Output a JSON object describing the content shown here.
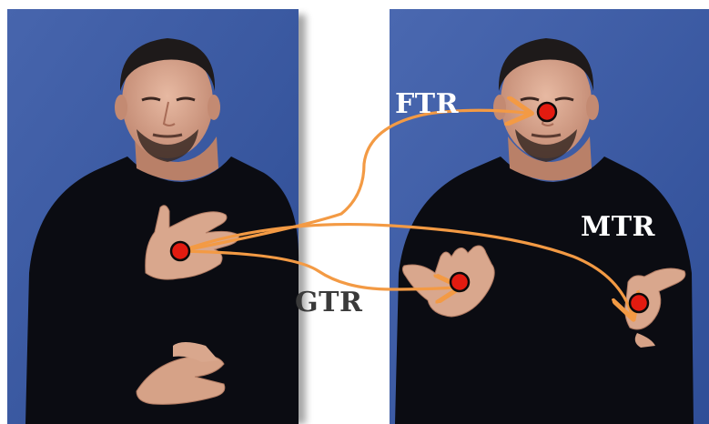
{
  "labels": {
    "ftr": "FTR",
    "mtr": "MTR",
    "gtr": "GTR"
  },
  "colors": {
    "background_panel": "#3f5ea6",
    "shirt": "#0b0c12",
    "skin": "#d9a78d",
    "hair": "#1e1a1a",
    "arrow": "#f39a44",
    "point_fill": "#e31b10",
    "point_stroke": "#0a0a0a",
    "label_light": "#ffffff",
    "label_dark": "#3a3a3a"
  },
  "icons": {
    "arrow_head": "arrow-head-icon",
    "point": "red-dot-icon"
  }
}
